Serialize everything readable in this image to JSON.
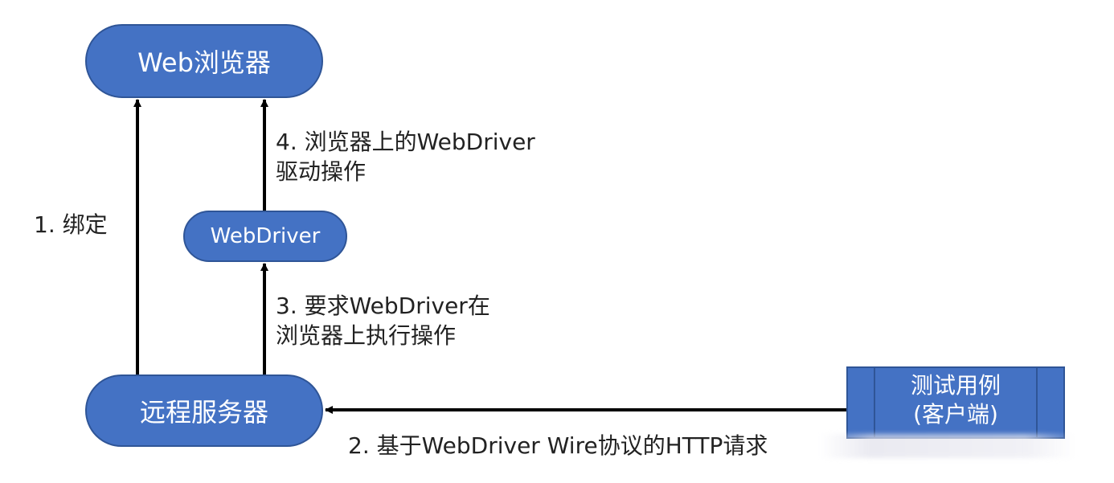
{
  "nodes": {
    "browser": "Web浏览器",
    "webdriver": "WebDriver",
    "server": "远程服务器",
    "client_line1": "测试用例",
    "client_line2": "(客户端)"
  },
  "edges": {
    "bind": "1. 绑定",
    "http_request": "2. 基于WebDriver Wire协议的HTTP请求",
    "request_op_line1": "3. 要求WebDriver在",
    "request_op_line2": "浏览器上执行操作",
    "driver_op_line1": "4. 浏览器上的WebDriver",
    "driver_op_line2": "驱动操作"
  },
  "colors": {
    "node_fill": "#4472c4",
    "node_border": "#2f5597",
    "node_text": "#ffffff",
    "arrow": "#000000",
    "label_text": "#222222"
  }
}
